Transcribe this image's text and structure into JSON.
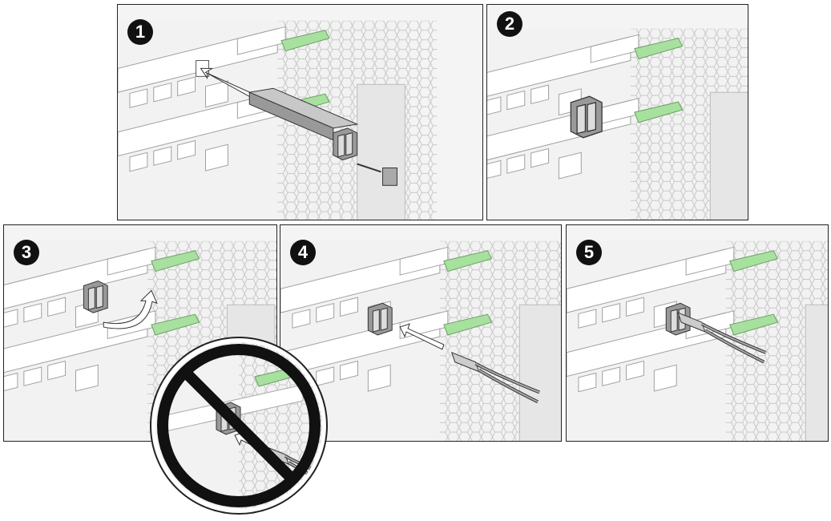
{
  "steps": [
    {
      "number": "1"
    },
    {
      "number": "2"
    },
    {
      "number": "3"
    },
    {
      "number": "4"
    },
    {
      "number": "5"
    }
  ],
  "colors": {
    "tab_green": "#a8e0a0",
    "frame": "#222222",
    "line": "#9a9a9a",
    "badge": "#111111"
  }
}
